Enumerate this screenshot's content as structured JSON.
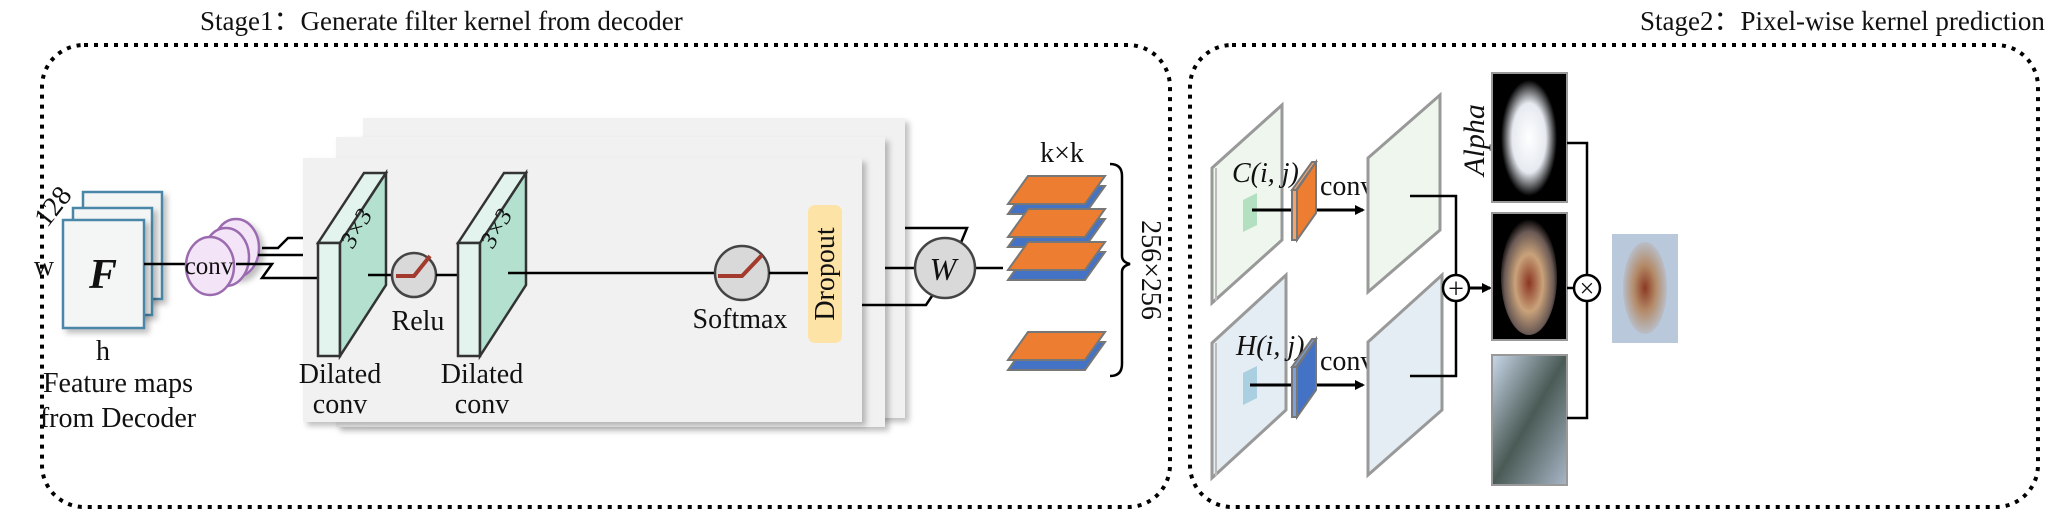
{
  "stage1": {
    "title": "Stage1：Generate filter kernel from decoder",
    "feature_map_symbol": "F",
    "dim_channels": "128",
    "dim_width": "w",
    "dim_height": "h",
    "feature_maps_label_line1": "Feature maps",
    "feature_maps_label_line2": "from Decoder",
    "conv_label": "conv",
    "kernel_size_1": "3×3",
    "kernel_size_2": "3×3",
    "dilated_conv_1_line1": "Dilated",
    "dilated_conv_1_line2": "conv",
    "dilated_conv_2_line1": "Dilated",
    "dilated_conv_2_line2": "conv",
    "relu_label": "Relu",
    "softmax_label": "Softmax",
    "dropout_label": "Dropout",
    "weight_symbol": "W",
    "kernel_dim_label": "k×k",
    "spatial_dim_label": "256×256"
  },
  "stage2": {
    "title": "Stage2：Pixel-wise kernel prediction",
    "color_kernel_label": "C(i, j)",
    "hidden_kernel_label": "H(i, j)",
    "conv_label_top": "conv",
    "conv_label_bottom": "conv",
    "alpha_label": "Alpha",
    "add_symbol": "+",
    "multiply_symbol": "×"
  },
  "colors": {
    "orange": "#ed7d31",
    "blue": "#4472c4",
    "green_block": "#b3e0cf",
    "dropout": "#fde3a6",
    "conv_circle": "#f3e4f7",
    "relu_line": "#a33a2e"
  }
}
